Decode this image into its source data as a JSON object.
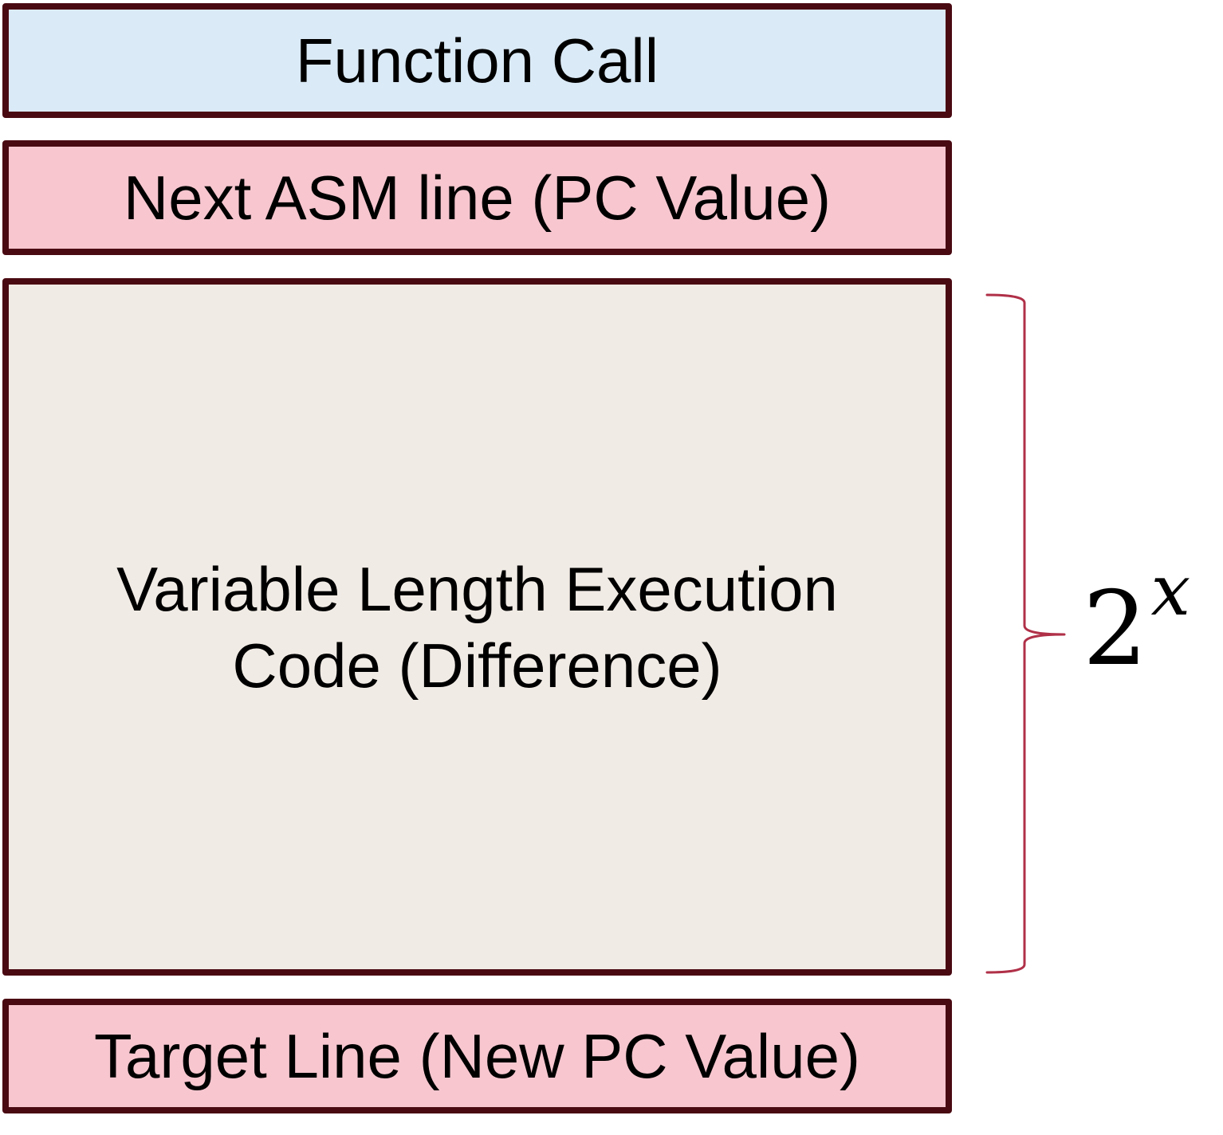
{
  "blocks": {
    "function_call": "Function Call",
    "next_asm": "Next ASM line (PC Value)",
    "variable": "Variable Length Execution\nCode (Difference)",
    "target": "Target Line (New PC Value)"
  },
  "annotation": {
    "base": "2",
    "exponent": "x"
  },
  "colors": {
    "border": "#4a0a12",
    "function_call_fill": "#daeaf6",
    "pc_fill": "#f7c6cf",
    "code_fill": "#f1ebe5",
    "brace": "#b03048"
  }
}
